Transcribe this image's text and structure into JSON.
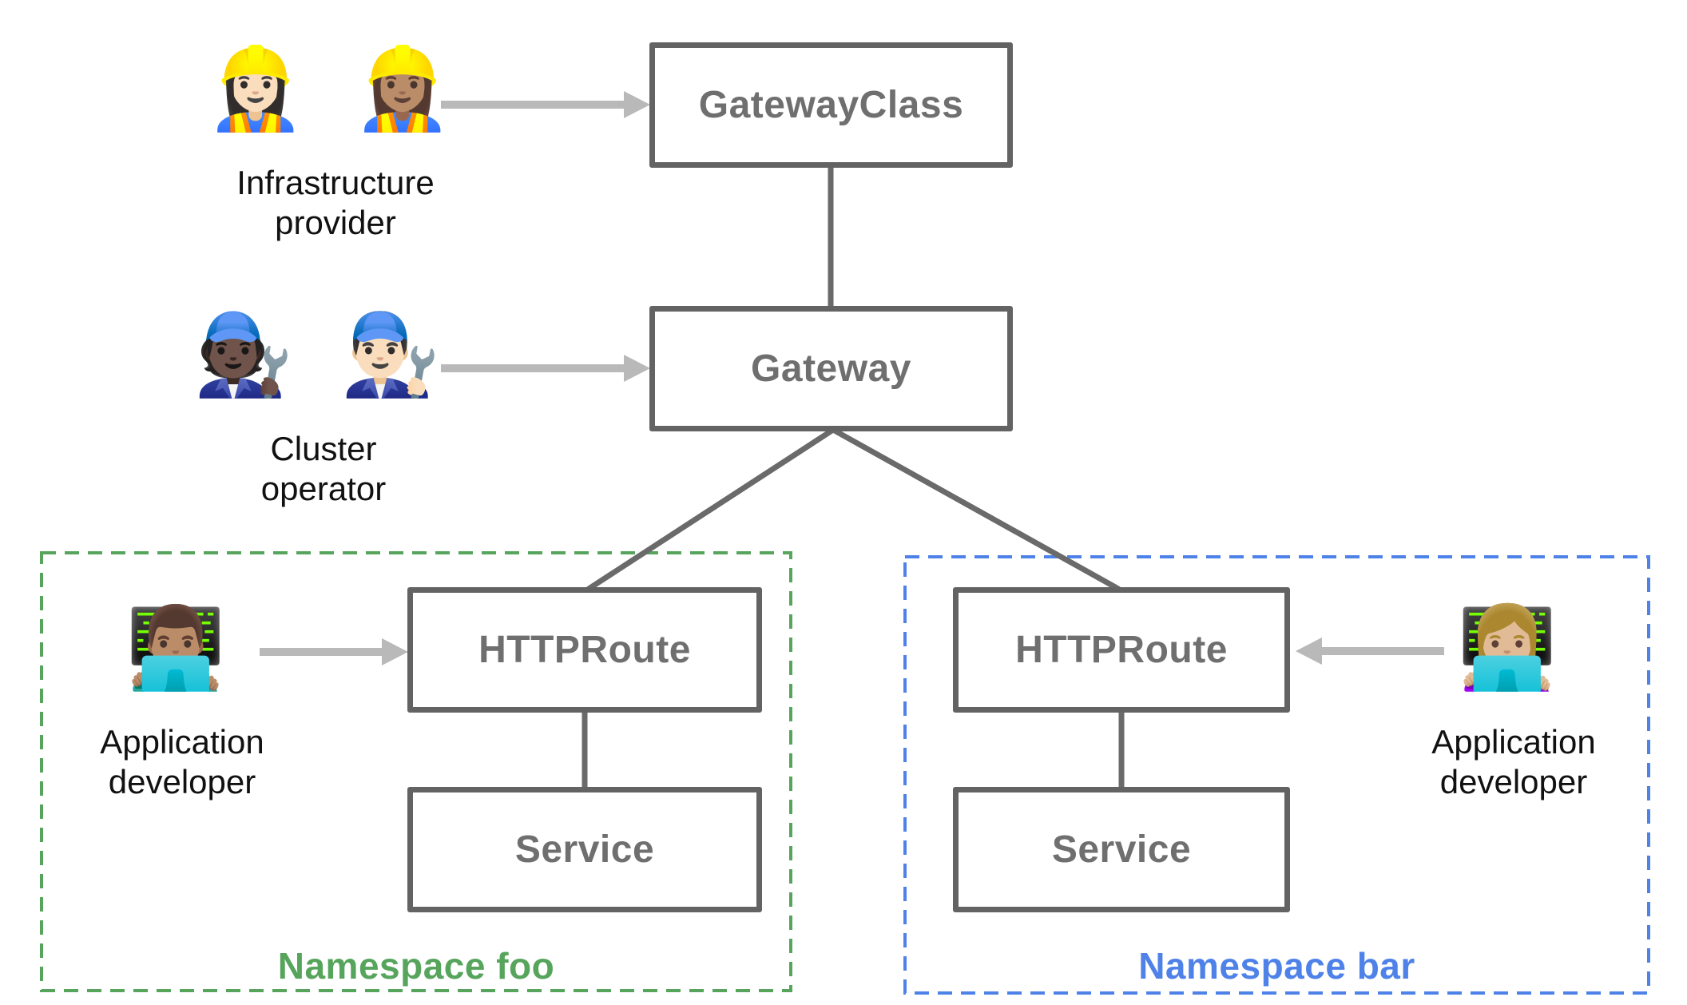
{
  "colors": {
    "background": "#ffffff",
    "node_border": "#636363",
    "node_text": "#6f6f6f",
    "connector": "#6a6a6a",
    "arrow": "#b9b9b9",
    "namespace_foo_green": "#57a55c",
    "namespace_bar_blue": "#4f82e8",
    "persona_text": "#111111"
  },
  "nodes": {
    "gateway_class": {
      "label": "GatewayClass"
    },
    "gateway": {
      "label": "Gateway"
    },
    "httproute_foo": {
      "label": "HTTPRoute"
    },
    "service_foo": {
      "label": "Service"
    },
    "httproute_bar": {
      "label": "HTTPRoute"
    },
    "service_bar": {
      "label": "Service"
    }
  },
  "personas": {
    "infrastructure_provider": {
      "emojis": "👷🏻‍♀️ 👷🏽‍♀️",
      "label": "Infrastructure\nprovider"
    },
    "cluster_operator": {
      "emojis": "🧑🏿‍🔧 👨🏻‍🔧",
      "label": "Cluster\noperator"
    },
    "app_developer_foo": {
      "emojis": "👨🏽‍💻",
      "label": "Application\ndeveloper"
    },
    "app_developer_bar": {
      "emojis": "👩🏼‍💻",
      "label": "Application\ndeveloper"
    }
  },
  "namespaces": {
    "foo": {
      "label": "Namespace foo"
    },
    "bar": {
      "label": "Namespace bar"
    }
  }
}
